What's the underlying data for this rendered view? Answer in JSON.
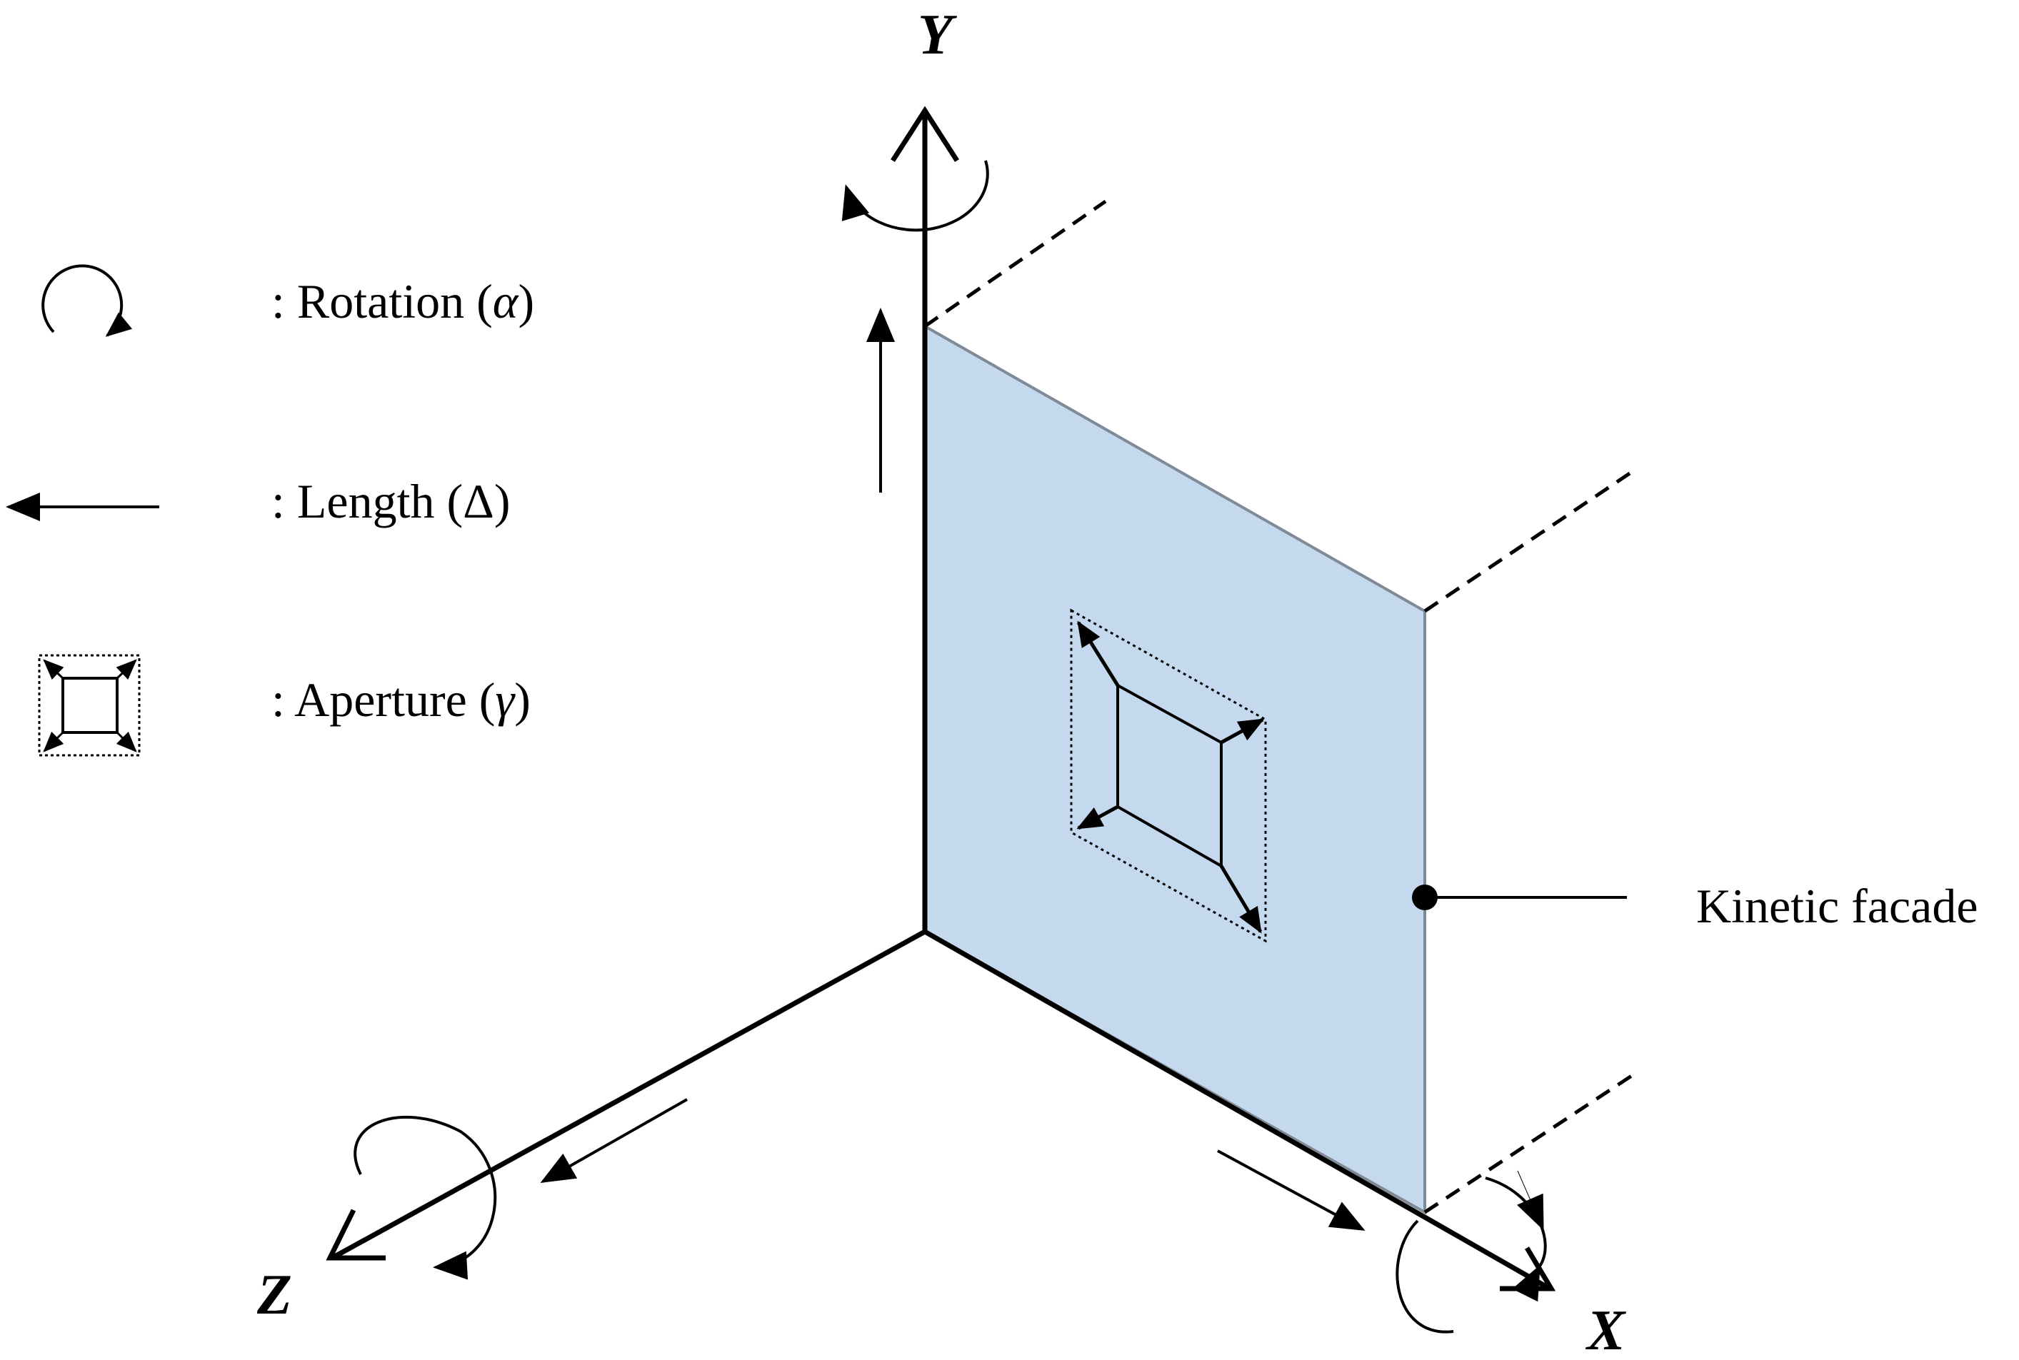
{
  "axes": {
    "y_label": "Y",
    "x_label": "X",
    "z_label": "Z"
  },
  "legend": {
    "rotation": {
      "prefix": ": Rotation (",
      "symbol": "α",
      "suffix": ")"
    },
    "length": {
      "prefix": ": Length (",
      "symbol": "Δ",
      "suffix": ")"
    },
    "aperture": {
      "prefix": ": Aperture (",
      "symbol": "γ",
      "suffix": ")"
    }
  },
  "callout": {
    "label": "Kinetic facade"
  },
  "colors": {
    "panel_fill": "#c4d8ee",
    "panel_edge": "#7f8a96",
    "ink": "#000000"
  }
}
